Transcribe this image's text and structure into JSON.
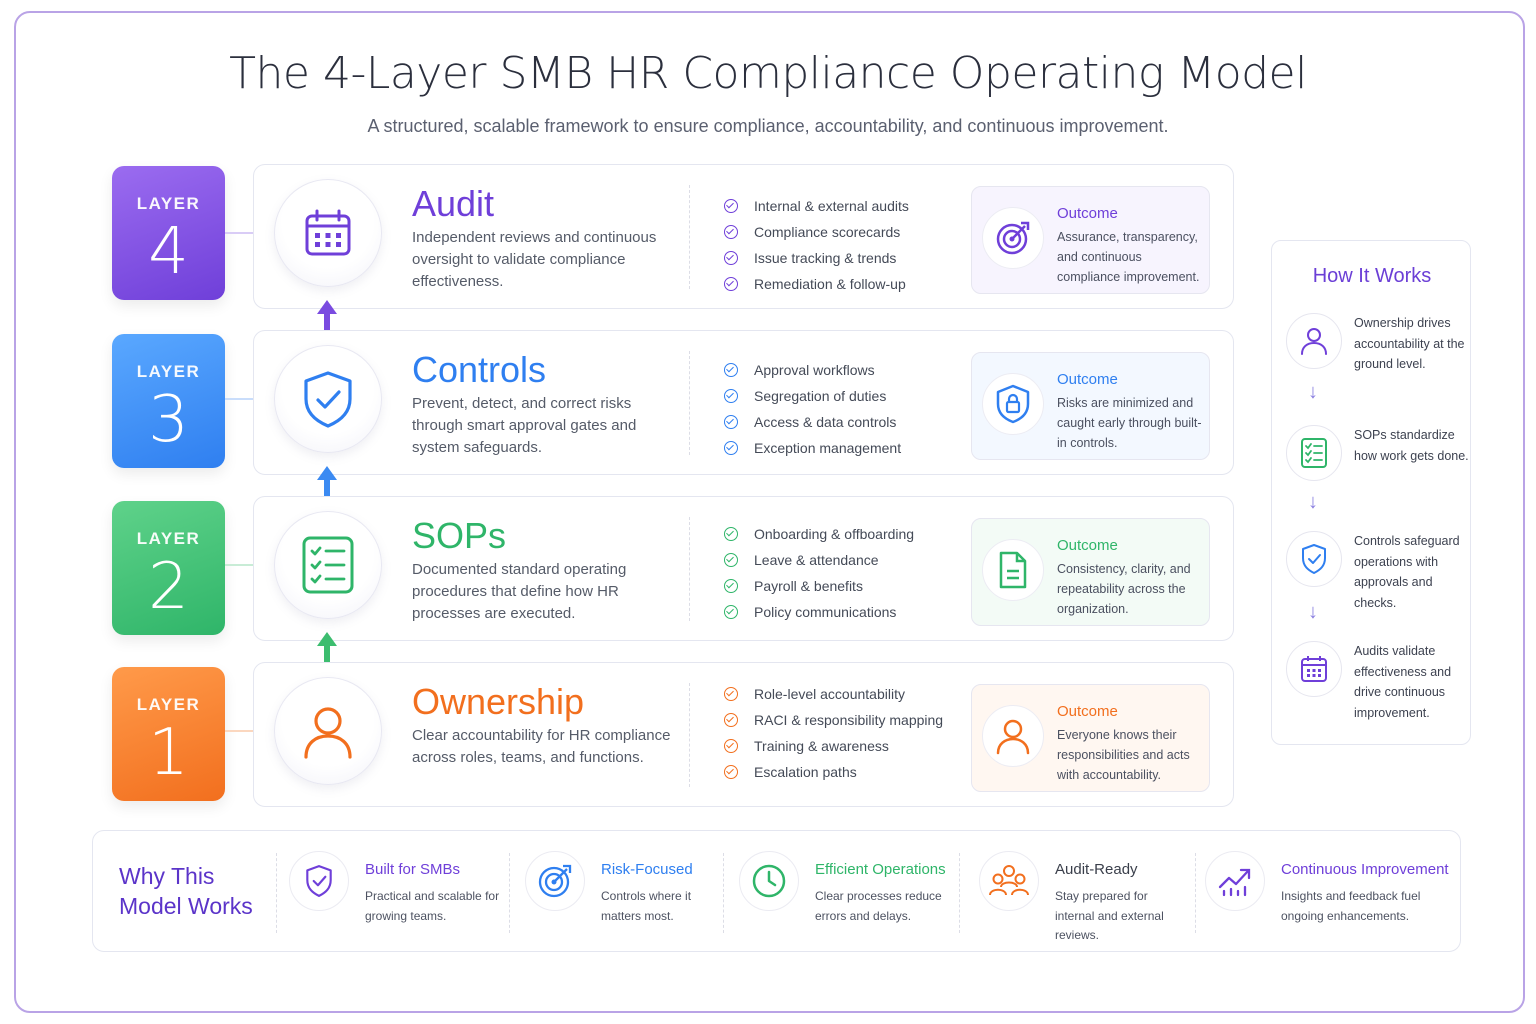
{
  "title": "The 4-Layer SMB HR Compliance Operating Model",
  "subtitle": "A structured, scalable framework to ensure compliance, accountability, and continuous improvement.",
  "layers": [
    {
      "badge_label": "LAYER",
      "number": "4",
      "name": "Audit",
      "description": "Independent reviews and continuous oversight to validate compliance effectiveness.",
      "color": "#6f3fd9",
      "icon": "calendar-icon",
      "items": [
        "Internal & external audits",
        "Compliance scorecards",
        "Issue tracking & trends",
        "Remediation & follow-up"
      ],
      "outcome_title": "Outcome",
      "outcome_text": "Assurance, transparency, and continuous compliance improvement.",
      "outcome_icon": "target-icon"
    },
    {
      "badge_label": "LAYER",
      "number": "3",
      "name": "Controls",
      "description": "Prevent, detect, and correct risks through smart approval gates and system safeguards.",
      "color": "#2f7ff0",
      "icon": "shield-check-icon",
      "items": [
        "Approval workflows",
        "Segregation of duties",
        "Access & data controls",
        "Exception management"
      ],
      "outcome_title": "Outcome",
      "outcome_text": "Risks are minimized and caught early through built-in controls.",
      "outcome_icon": "shield-lock-icon"
    },
    {
      "badge_label": "LAYER",
      "number": "2",
      "name": "SOPs",
      "description": "Documented standard operating procedures that define how HR processes are executed.",
      "color": "#2fb569",
      "icon": "checklist-icon",
      "items": [
        "Onboarding & offboarding",
        "Leave & attendance",
        "Payroll & benefits",
        "Policy communications"
      ],
      "outcome_title": "Outcome",
      "outcome_text": "Consistency, clarity, and repeatability across the organization.",
      "outcome_icon": "document-icon"
    },
    {
      "badge_label": "LAYER",
      "number": "1",
      "name": "Ownership",
      "description": "Clear accountability for HR compliance across roles, teams, and functions.",
      "color": "#f26f1e",
      "icon": "person-icon",
      "items": [
        "Role-level accountability",
        "RACI & responsibility mapping",
        "Training & awareness",
        "Escalation paths"
      ],
      "outcome_title": "Outcome",
      "outcome_text": "Everyone knows their responsibilities and acts with accountability.",
      "outcome_icon": "person-icon"
    }
  ],
  "how_it_works": {
    "title": "How It Works",
    "steps": [
      {
        "text": "Ownership drives accountability at the ground level.",
        "icon": "person-icon"
      },
      {
        "text": "SOPs standardize how work gets done.",
        "icon": "checklist-icon"
      },
      {
        "text": "Controls safeguard operations with approvals and checks.",
        "icon": "shield-check-icon"
      },
      {
        "text": "Audits validate effectiveness and drive continuous improvement.",
        "icon": "calendar-icon"
      }
    ]
  },
  "why": {
    "title": "Why This Model Works",
    "items": [
      {
        "title": "Built for SMBs",
        "text": "Practical and scalable for growing teams.",
        "icon": "shield-check-icon",
        "color": "#6f3fd9"
      },
      {
        "title": "Risk-Focused",
        "text": "Controls where it matters most.",
        "icon": "target-icon",
        "color": "#2f7ff0"
      },
      {
        "title": "Efficient Operations",
        "text": "Clear processes reduce errors and delays.",
        "icon": "clock-icon",
        "color": "#2fb569"
      },
      {
        "title": "Audit-Ready",
        "text": "Stay prepared for internal and external reviews.",
        "icon": "people-icon",
        "color": "#f26f1e"
      },
      {
        "title": "Continuous Improvement",
        "text": "Insights and feedback fuel ongoing enhancements.",
        "icon": "trend-up-icon",
        "color": "#6f3fd9"
      }
    ]
  }
}
